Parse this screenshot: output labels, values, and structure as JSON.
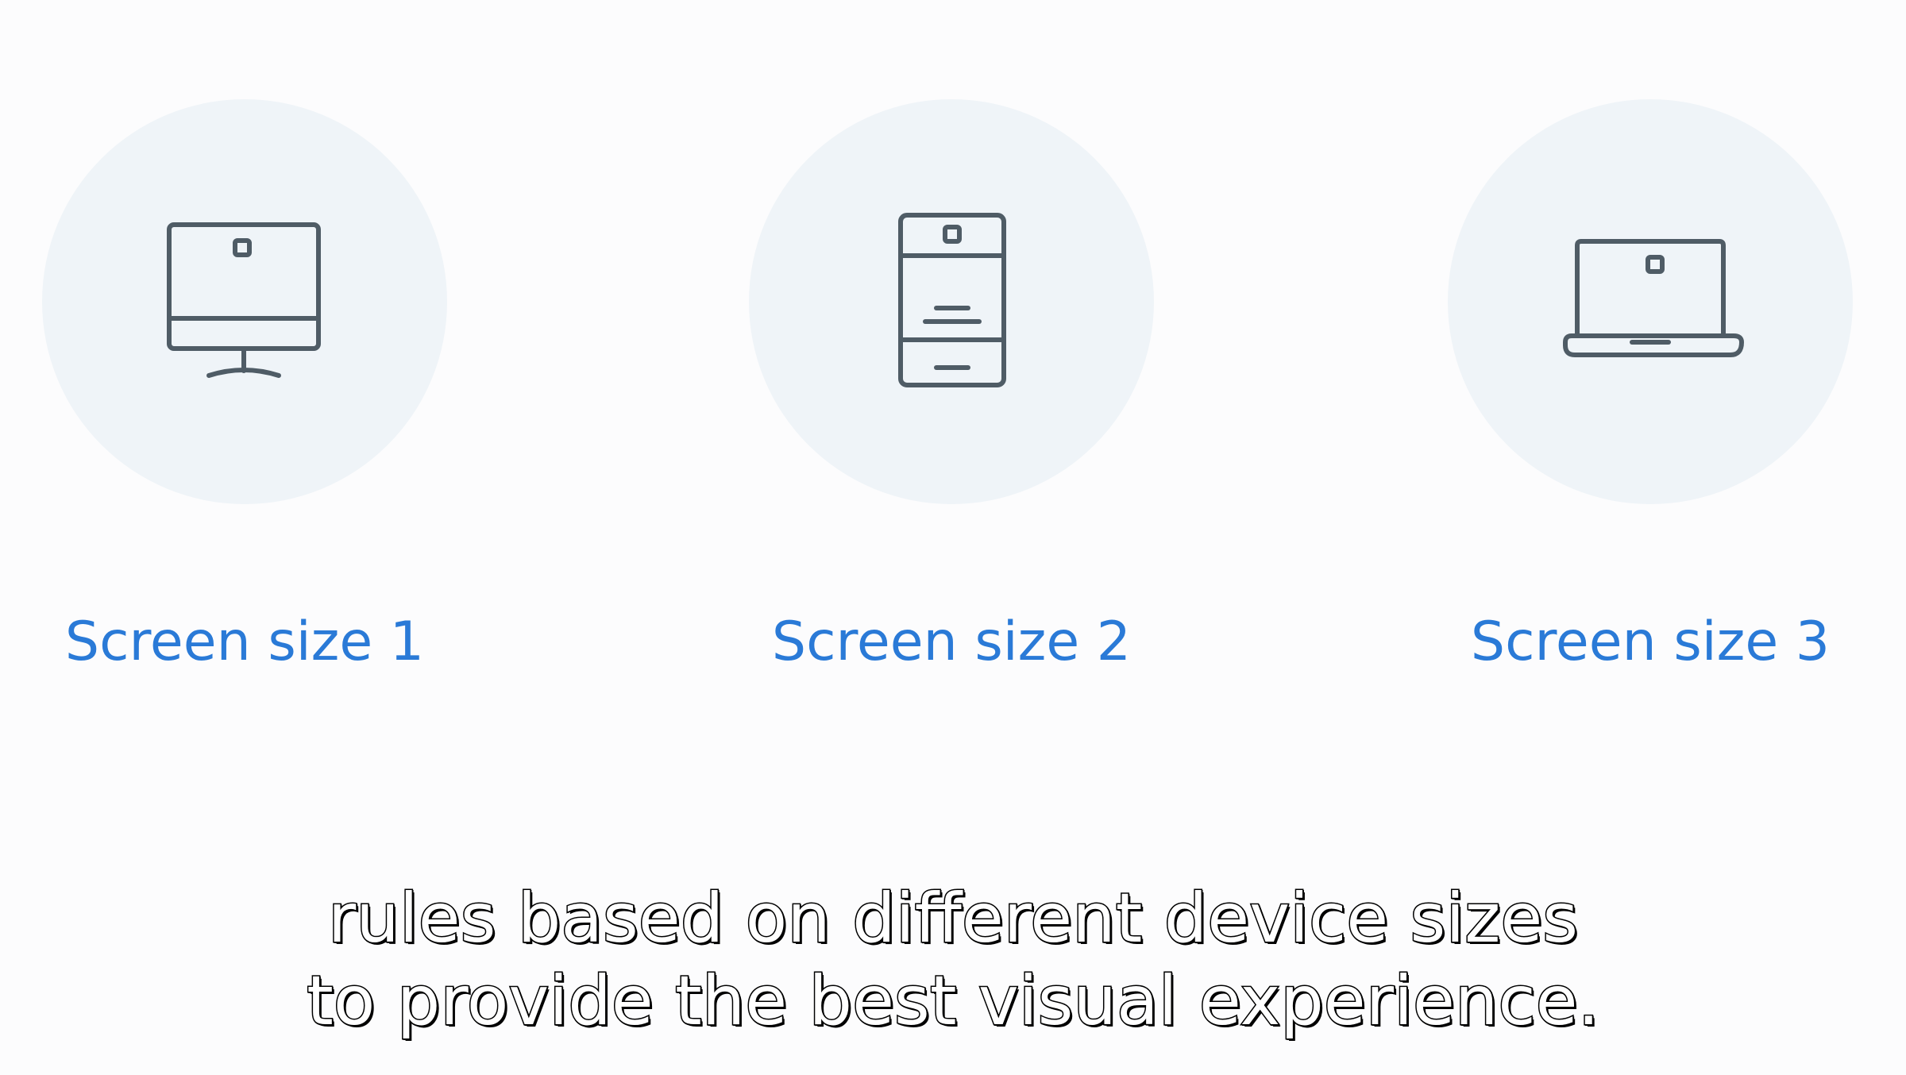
{
  "devices": [
    {
      "label": "Screen size 1",
      "icon": "desktop-monitor-icon"
    },
    {
      "label": "Screen size 2",
      "icon": "tablet-icon"
    },
    {
      "label": "Screen size 3",
      "icon": "laptop-icon"
    }
  ],
  "caption": {
    "line1": "rules based on different device sizes",
    "line2": "to provide the best visual experience."
  },
  "colors": {
    "background": "#fcfcfd",
    "circle": "#eff4f8",
    "icon_stroke": "#4f5c66",
    "label": "#2a7ad7",
    "caption_fill": "#ffffff",
    "caption_outline": "#000000"
  }
}
